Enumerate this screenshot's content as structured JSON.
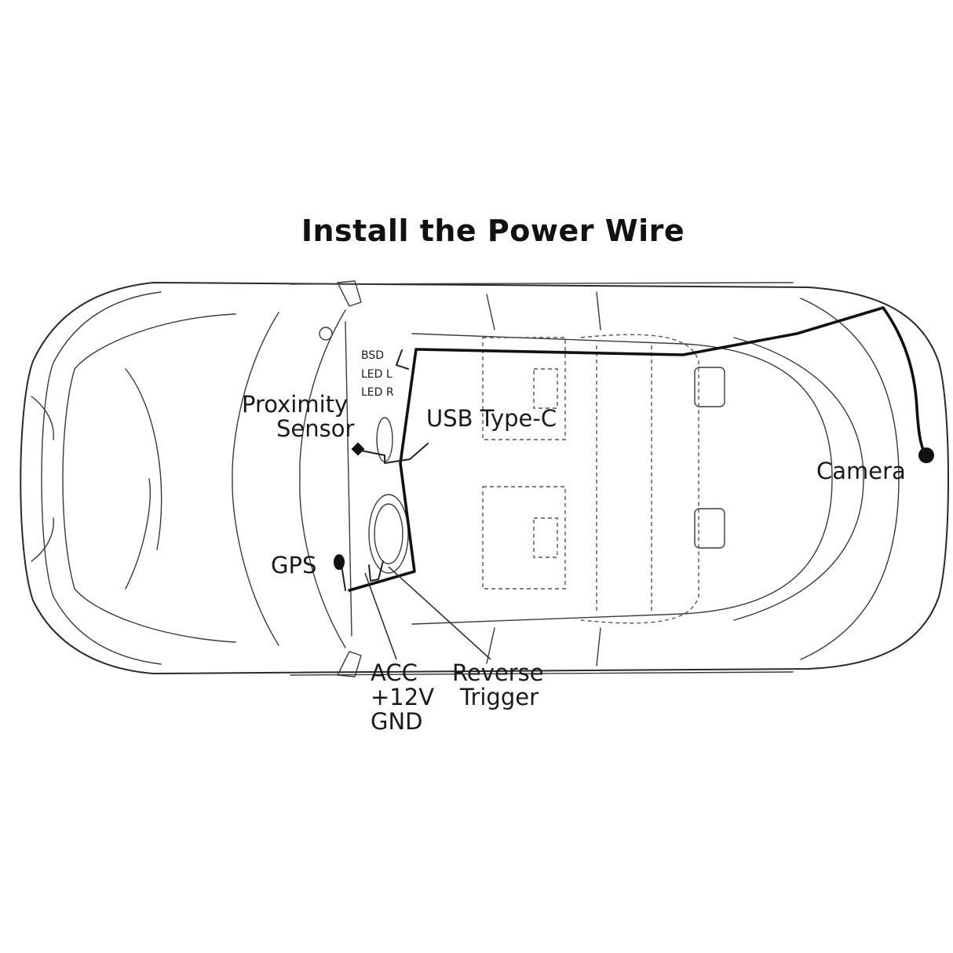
{
  "title": "Install the Power Wire",
  "labels": {
    "bsd": "BSD",
    "led_l": "LED L",
    "led_r": "LED R",
    "proximity_line1": "Proximity",
    "proximity_line2": "Sensor",
    "usb": "USB Type-C",
    "camera": "Camera",
    "gps": "GPS",
    "acc_line1": "ACC",
    "acc_line2": "+12V",
    "acc_line3": "GND",
    "reverse_line1": "Reverse",
    "reverse_line2": "Trigger"
  },
  "colors": {
    "line": "#2a2a2a",
    "wire": "#111111",
    "background": "#ffffff"
  }
}
